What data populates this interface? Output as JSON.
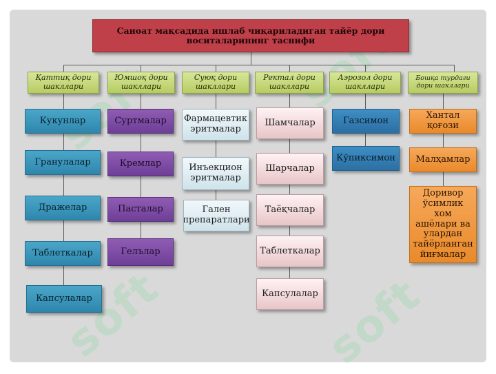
{
  "title": "Саноат мақсадида ишлаб чиқариладиган тайёр дори воситаларининг таснифи",
  "categories": [
    {
      "label": "Қаттиқ дори шакллари",
      "items": [
        "Кукунлар",
        "Гранулалар",
        "Дражелар",
        "Таблеткалар",
        "Капсулалар"
      ]
    },
    {
      "label": "Юмшоқ дори шакллари",
      "items": [
        "Суртмалар",
        "Кремлар",
        "Пасталар",
        "Гелълар"
      ]
    },
    {
      "label": "Суюқ дори шакллари",
      "items": [
        "Фармацевтик эритмалар",
        "Инъекцион эритмалар",
        "Гален препаратлари"
      ]
    },
    {
      "label": "Ректал дори шакллари",
      "items": [
        "Шамчалар",
        "Шарчалар",
        "Таёқчалар",
        "Таблеткалар",
        "Капсулалар"
      ]
    },
    {
      "label": "Аэрозол дори шакллари",
      "items": [
        "Газсимон",
        "Кўпиксимон"
      ]
    },
    {
      "label": "Бошқа турдаги дори шакллари",
      "items": [
        "Хантал қоғози",
        "Малҳамлар",
        "Доривор ўсимлик хом ашёлари ва улардан тайёрланган йиғмалар"
      ]
    }
  ],
  "watermark": "soft"
}
